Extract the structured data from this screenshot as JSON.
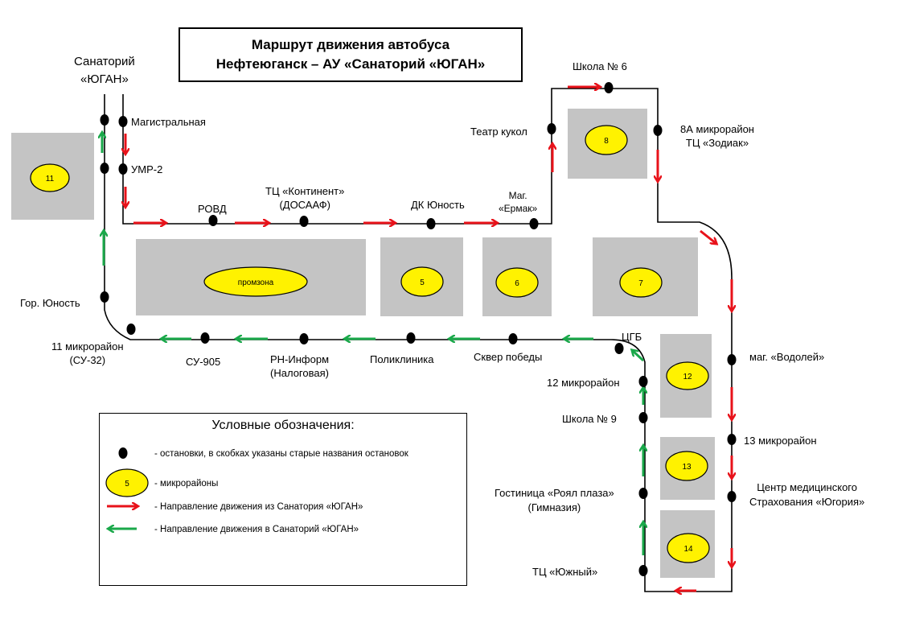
{
  "title": {
    "line1": "Маршрут движения автобуса",
    "line2": "Нефтеюганск – АУ «Санаторий «ЮГАН»"
  },
  "colors": {
    "route": "#000000",
    "outbound": "#e8121a",
    "inbound": "#1aa84a",
    "block": "#c4c4c4",
    "district": "#fff200"
  },
  "districts": {
    "d11": "11",
    "promzona": "промзона",
    "d5": "5",
    "d6": "6",
    "d7": "7",
    "d8": "8",
    "d12": "12",
    "d13": "13",
    "d14": "14"
  },
  "stops": {
    "sanatorium_l1": "Санаторий",
    "sanatorium_l2": "«ЮГАН»",
    "magistralnaya": "Магистральная",
    "umr2": "УМР-2",
    "rovd": "РОВД",
    "kontinent_l1": "ТЦ «Континент»",
    "kontinent_l2": "(ДОСААФ)",
    "dk_yunost": "ДК Юность",
    "ermak_l1": "Маг.",
    "ermak_l2": "«Ермак»",
    "teatr": "Театр кукол",
    "shkola6": "Школа № 6",
    "zodiak_l1": "8А микрорайон",
    "zodiak_l2": "ТЦ «Зодиак»",
    "vodoley": "маг. «Водолей»",
    "mkr13": "13 микрорайон",
    "ugoria_l1": "Центр медицинского",
    "ugoria_l2": "Страхования «Югория»",
    "yuzhny": "ТЦ «Южный»",
    "royal_l1": "Гостиница «Роял плаза»",
    "royal_l2": "(Гимназия)",
    "shkola9": "Школа № 9",
    "mkr12": "12 микрорайон",
    "cgb": "ЦГБ",
    "skver": "Сквер победы",
    "poliklinika": "Поликлиника",
    "rn_l1": "РН-Информ",
    "rn_l2": "(Налоговая)",
    "su905": "СУ-905",
    "mkr11_l1": "11 микрорайон",
    "mkr11_l2": "(СУ-32)",
    "gor_yunost": "Гор. Юность"
  },
  "legend": {
    "title": "Условные обозначения:",
    "stop": "- остановки, в скобках указаны старые названия остановок",
    "district_sample": "5",
    "district": "- микрорайоны",
    "outbound": "-  Направление движения из Санатория «ЮГАН»",
    "inbound": "-  Направление движения в Санаторий «ЮГАН»"
  }
}
